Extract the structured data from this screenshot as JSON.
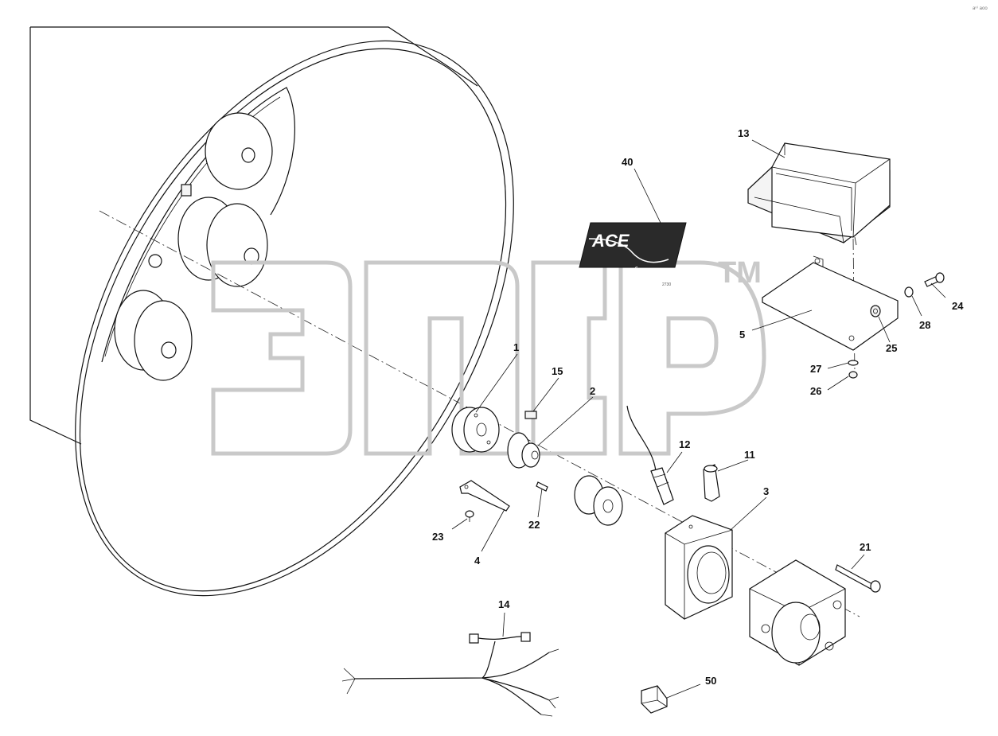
{
  "diagram": {
    "corner_code": "aⁿ⁾ aoo",
    "logo": {
      "brand": "ACE",
      "sub": "force",
      "code": "2730"
    },
    "watermark": {
      "mark": "TM"
    },
    "callouts": [
      {
        "id": "c13",
        "label": "13"
      },
      {
        "id": "c40",
        "label": "40"
      },
      {
        "id": "c24",
        "label": "24"
      },
      {
        "id": "c28",
        "label": "28"
      },
      {
        "id": "c5",
        "label": "5"
      },
      {
        "id": "c25",
        "label": "25"
      },
      {
        "id": "c27",
        "label": "27"
      },
      {
        "id": "c26",
        "label": "26"
      },
      {
        "id": "c1",
        "label": "1"
      },
      {
        "id": "c15",
        "label": "15"
      },
      {
        "id": "c2",
        "label": "2"
      },
      {
        "id": "c12",
        "label": "12"
      },
      {
        "id": "c11",
        "label": "11"
      },
      {
        "id": "c3",
        "label": "3"
      },
      {
        "id": "c22",
        "label": "22"
      },
      {
        "id": "c23",
        "label": "23"
      },
      {
        "id": "c4",
        "label": "4"
      },
      {
        "id": "c21",
        "label": "21"
      },
      {
        "id": "c14",
        "label": "14"
      },
      {
        "id": "c50",
        "label": "50"
      }
    ]
  }
}
